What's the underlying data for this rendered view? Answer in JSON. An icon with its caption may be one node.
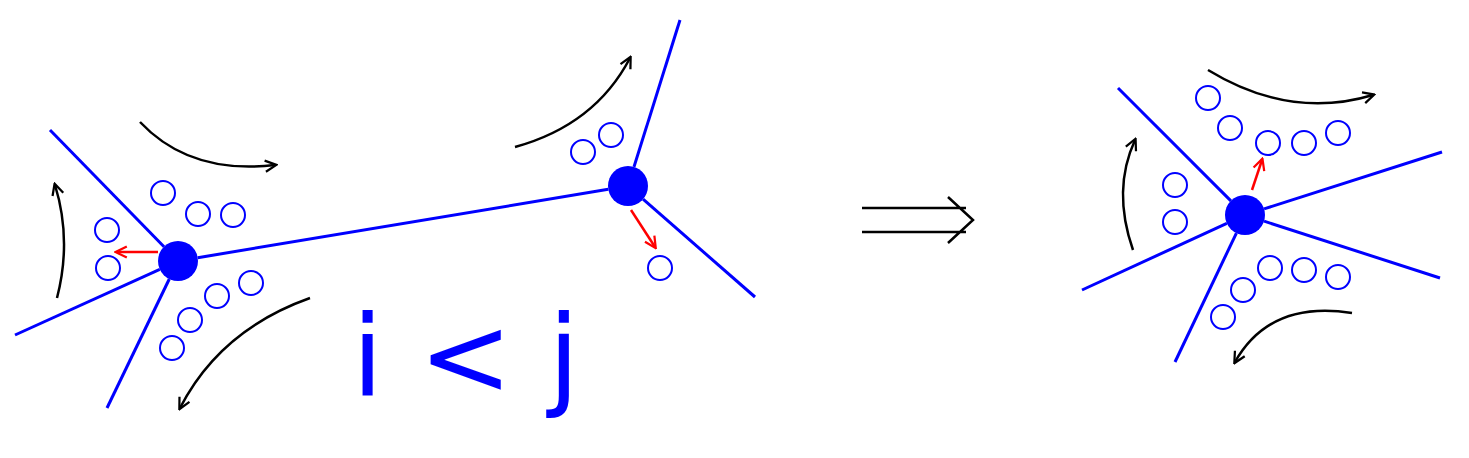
{
  "diagram": {
    "nodes": [
      {
        "text": [],
        "shape": "circle"
      },
      {
        "text": [],
        "shape": "circle"
      },
      {
        "text": [],
        "shape": "circle"
      }
    ],
    "edges": [
      {
        "from": 0,
        "to": 1,
        "arrow": "none"
      }
    ],
    "labels": [
      "i < j"
    ]
  }
}
